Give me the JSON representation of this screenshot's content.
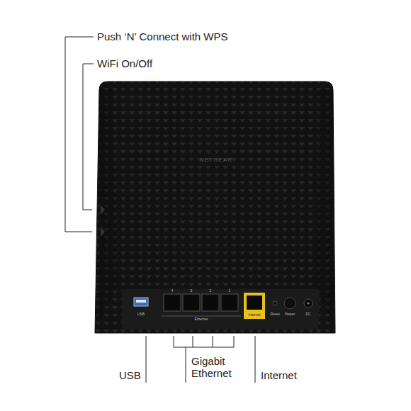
{
  "diagram": {
    "labels": [
      "Push ‘N’ Connect with WPS",
      "WiFi On/Off",
      "NETGEAR",
      "USB",
      "4",
      "3",
      "2",
      "1",
      "Ethernet",
      "Internet",
      "Reset",
      "Power",
      "DC",
      "USB",
      "Gigabit Ethernet",
      "Internet"
    ]
  }
}
